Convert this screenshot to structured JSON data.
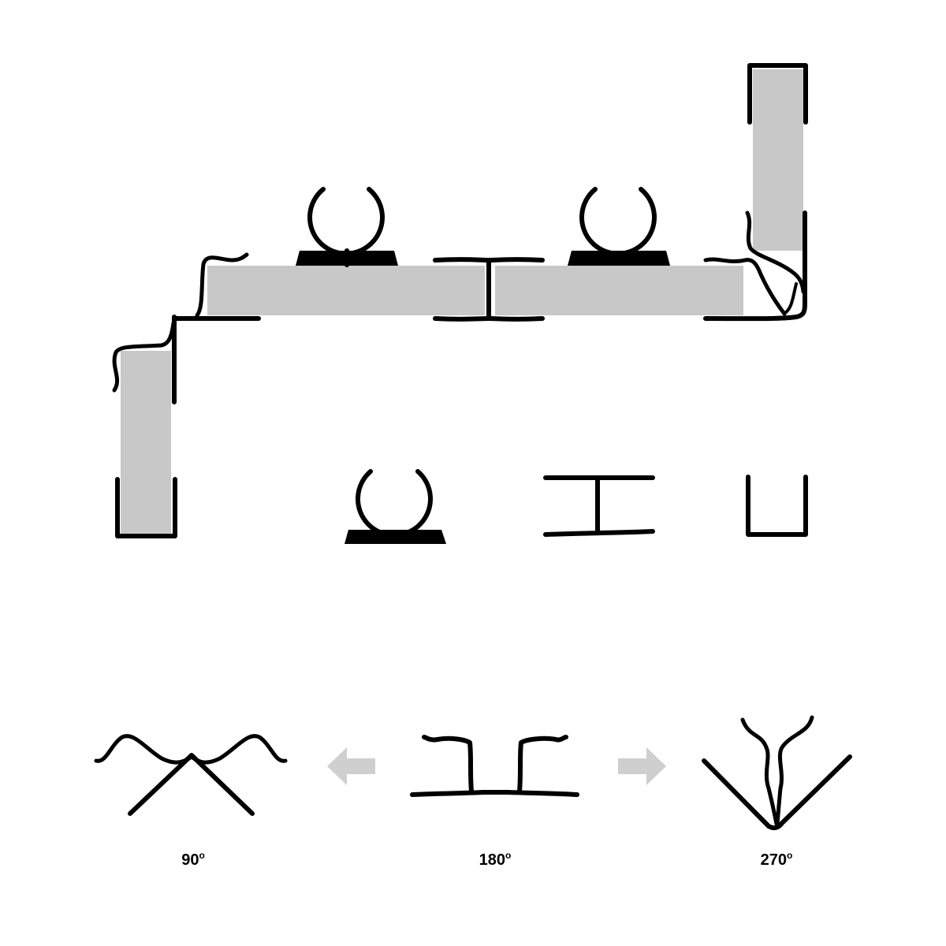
{
  "colors": {
    "profile": "#000000",
    "panel": "#c8c8c9",
    "arrow": "#cfcfcf"
  },
  "angles": [
    {
      "value": "90",
      "unit": "o"
    },
    {
      "value": "180",
      "unit": "o"
    },
    {
      "value": "270",
      "unit": "o"
    }
  ]
}
